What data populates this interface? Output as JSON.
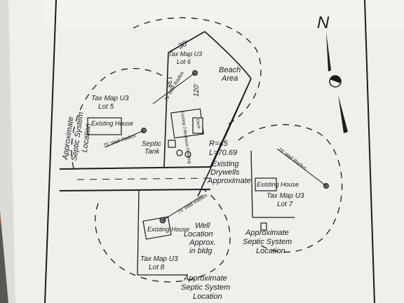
{
  "photo": {
    "colors": {
      "paper": "#efefec",
      "ink": "#1b1b1b",
      "shadow": "#cfcfc9",
      "desk": "#5a5650"
    }
  },
  "plan": {
    "north": "N",
    "lot_labels": {
      "lot5_line1": "Tax Map U3",
      "lot5_line2": "Lot 5",
      "lot6_line1": "Tax Map U3",
      "lot6_line2": "Lot 6",
      "lot7_line1": "Tax Map U3",
      "lot7_line2": "Lot 7",
      "lot8_line1": "Tax Map U3",
      "lot8_line2": "Lot 8"
    },
    "septic_left": {
      "l1": "Approximate",
      "l2": "Septic System",
      "l3": "Location"
    },
    "septic_right": {
      "l1": "Approximate",
      "l2": "Septic System",
      "l3": "Location"
    },
    "septic_bottom": {
      "l1": "Approximate",
      "l2": "Septic System",
      "l3": "Location"
    },
    "beach_area": {
      "l1": "Beach",
      "l2": "Area"
    },
    "septic_tank": {
      "l1": "Septic",
      "l2": "Tank"
    },
    "existing_house": "Existing House",
    "existing_dwelling": "Existing 3 Bedroom Dwelling",
    "deck": "Deck",
    "curve": {
      "r": "R=45",
      "l": "L=70.69"
    },
    "drywells": {
      "l1": "Existing",
      "l2": "Drywells",
      "l3": "Approximate"
    },
    "well_location": {
      "l1": "Well",
      "l2": "Location",
      "l3": "Approx.",
      "l4": "in bldg"
    },
    "well_radius": "75' Well Radius",
    "dims": {
      "d30": "30'",
      "d138": "138'",
      "d120": "120'"
    }
  }
}
